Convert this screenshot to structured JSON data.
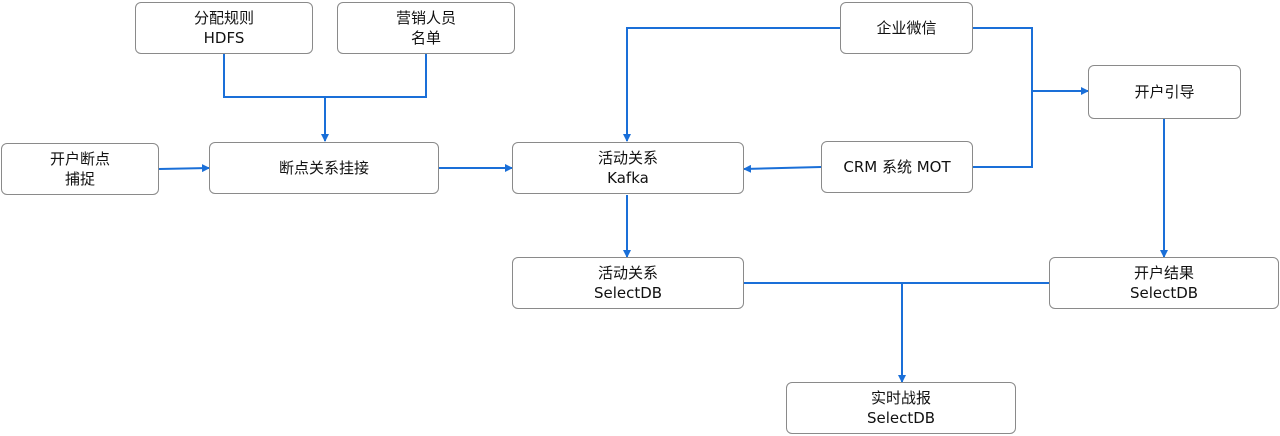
{
  "nodes": {
    "fenpei": {
      "line1": "分配规则",
      "line2": "HDFS"
    },
    "yingxiao": {
      "line1": "营销人员",
      "line2": "名单"
    },
    "kaihu_duandian": {
      "line1": "开户断点",
      "line2": "捕捉"
    },
    "duandian_guanxi": {
      "line1": "断点关系挂接"
    },
    "huodong_kafka": {
      "line1": "活动关系",
      "line2": "Kafka"
    },
    "qiye_weixin": {
      "line1": "企业微信"
    },
    "crm_mot": {
      "line1": "CRM 系统 MOT"
    },
    "kaihu_yindao": {
      "line1": "开户引导"
    },
    "huodong_selectdb": {
      "line1": "活动关系",
      "line2": "SelectDB"
    },
    "kaihu_jieguo": {
      "line1": "开户结果",
      "line2": "SelectDB"
    },
    "shishi_zhanbao": {
      "line1": "实时战报",
      "line2": "SelectDB"
    }
  },
  "colors": {
    "edge": "#1a6fd8",
    "border": "#8a8a8a",
    "text": "#111111"
  }
}
